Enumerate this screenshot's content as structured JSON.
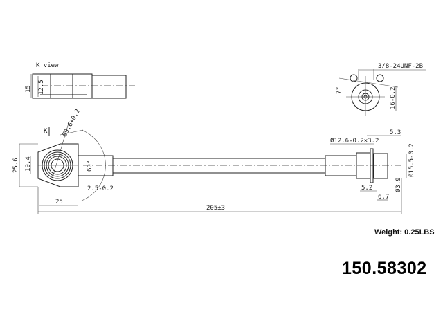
{
  "drawing": {
    "k_view_label": "K view",
    "k_marker": "K",
    "dims": {
      "height_15": "15",
      "height_12_5": "12.5",
      "thread": "3/8-24UNF-2B",
      "angle_7": "7°",
      "width_16": "16-0.2",
      "dia_9_6": "Ø9.6+0.2",
      "height_25_6": "25.6",
      "height_10_4": "10.4",
      "angle_60": "60°",
      "thick_2_5": "2.5-0.2",
      "len_25": "25",
      "len_205": "205±3",
      "dia_12_6": "Ø12.6-0.2×3.2",
      "len_5_3": "5.3",
      "dia_15_5": "Ø15.5-0.2",
      "len_5_2": "5.2",
      "dia_3_9": "Ø3.9",
      "len_6_7": "6.7"
    }
  },
  "weight": "Weight: 0.25LBS",
  "part_number": "150.58302"
}
